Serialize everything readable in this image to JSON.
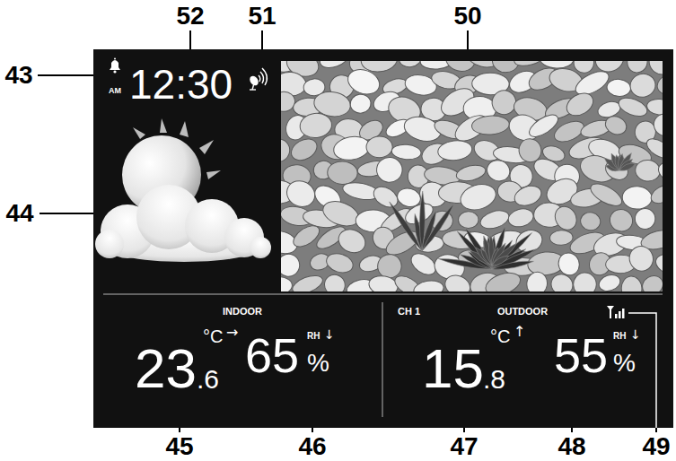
{
  "diagram": {
    "labels": [
      "52",
      "51",
      "50",
      "43",
      "AM",
      "12:30",
      "44",
      "INDOOR",
      "23",
      ".6",
      "°C",
      "→",
      "65",
      "RH",
      "↓",
      "%",
      "CH 1",
      "OUTDOOR",
      "15",
      ".8",
      "°C",
      "↑",
      "55",
      "RH",
      "↓",
      "%",
      "45",
      "46",
      "47",
      "48",
      "49"
    ]
  }
}
